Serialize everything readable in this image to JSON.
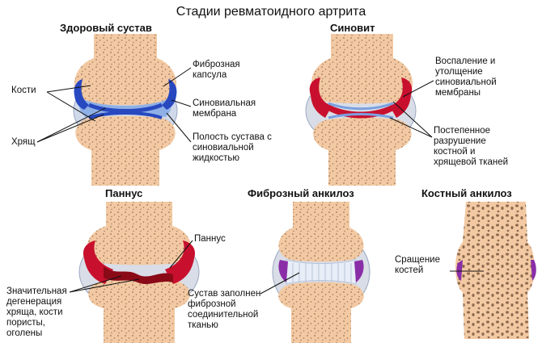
{
  "title": "Стадии ревматоидного артрита",
  "colors": {
    "bone": "#f2c9a2",
    "bone_dots": "#9a7356",
    "capsule": "#cfd9ea",
    "synovial_blue": "#2848c0",
    "inflamed_red": "#c8102e",
    "fibrous_purple": "#8a2ea8"
  },
  "stages": [
    {
      "title": "Здоровый сустав",
      "labels": {
        "bones": "Кости",
        "cartilage": "Хрящ",
        "capsule": "Фиброзная капсула",
        "membrane": "Синовиальная мембрана",
        "cavity": "Полость сустава с синовиальной жидкостью"
      }
    },
    {
      "title": "Синовит",
      "labels": {
        "inflammation": "Воспаление и утолщение синовиальной мембраны",
        "destruction": "Постепенное разрушение костной и хрящевой тканей"
      }
    },
    {
      "title": "Паннус",
      "labels": {
        "pannus": "Паннус",
        "degeneration": "Значительная дегенерация хряща, кости пористы, оголены"
      }
    },
    {
      "title": "Фиброзный анкилоз",
      "labels": {
        "fibrous": "Сустав заполнен фиброзной соединительной тканью"
      }
    },
    {
      "title": "Костный анкилоз",
      "labels": {
        "fusion": "Сращение костей"
      }
    }
  ]
}
